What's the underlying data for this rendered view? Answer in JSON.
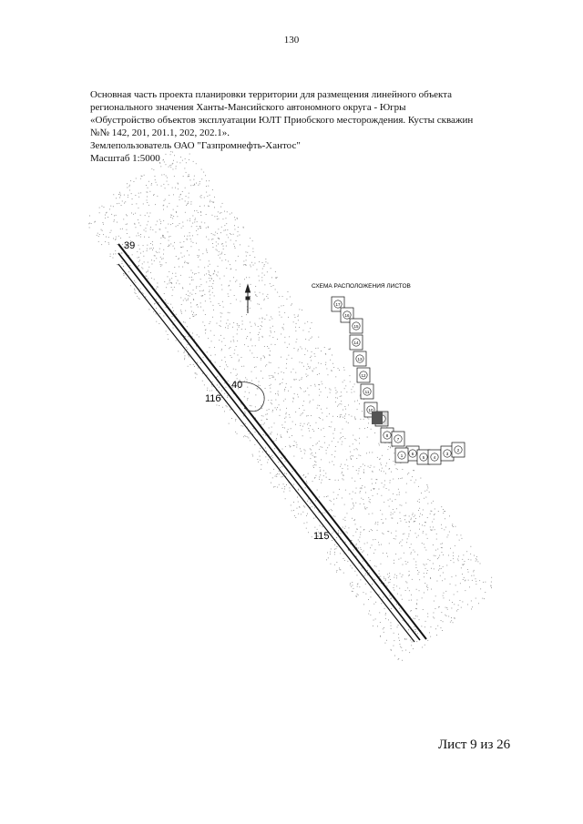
{
  "page_number": "130",
  "header": {
    "line1": "Основная часть проекта планировки территории для размещения линейного объекта",
    "line2": "регионального значения Ханты-Мансийского автономного округа - Югры",
    "line3": "«Обустройство объектов эксплуатации ЮЛТ Приобского месторождения. Кусты скважин",
    "line4": "№№ 142, 201, 201.1, 202, 202.1».",
    "land_user": "Землепользователь ОАО \"Газпромнефть-Хантос\"",
    "scale": "Масштаб 1:5000"
  },
  "map": {
    "labels": {
      "point_39": "39",
      "point_40": "40",
      "point_116": "116",
      "point_115": "115"
    },
    "north_arrow": "north-arrow-icon"
  },
  "scheme": {
    "title": "СХЕМА РАСПОЛОЖЕНИЯ ЛИСТОВ",
    "sheets": [
      "17",
      "16",
      "15",
      "14",
      "13",
      "12",
      "11",
      "10",
      "9",
      "8",
      "7",
      "6",
      "5",
      "4",
      "3",
      "2",
      "1"
    ],
    "current_sheet": "9"
  },
  "footer": {
    "sheet_label": "Лист 9 из 26"
  }
}
